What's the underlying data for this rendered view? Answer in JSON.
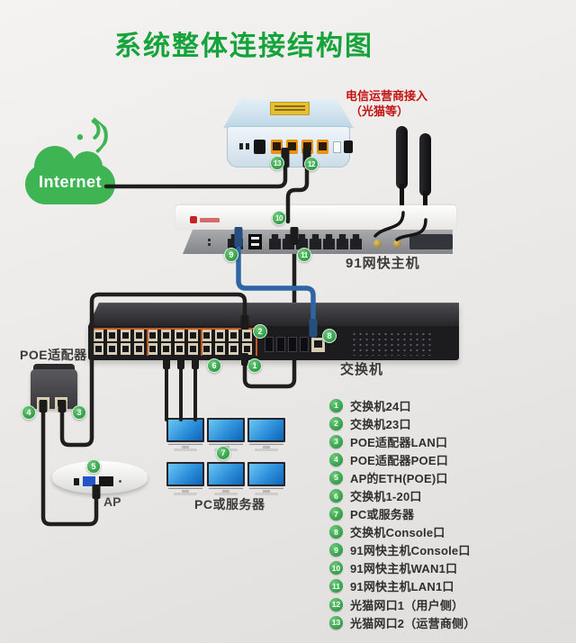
{
  "title": "系统整体连接结构图",
  "internet": {
    "label": "Internet"
  },
  "annotation": {
    "line1": "电信运营商接入",
    "line2": "（光猫等）"
  },
  "devices": {
    "router_label": "91网快主机",
    "switch_label": "交换机",
    "poe_label": "POE适配器",
    "ap_label": "AP",
    "pc_label": "PC或服务器"
  },
  "legend": [
    {
      "num": "1",
      "label": "交换机24口"
    },
    {
      "num": "2",
      "label": "交换机23口"
    },
    {
      "num": "3",
      "label": "POE适配器LAN口"
    },
    {
      "num": "4",
      "label": "POE适配器POE口"
    },
    {
      "num": "5",
      "label": "AP的ETH(POE)口"
    },
    {
      "num": "6",
      "label": "交换机1-20口"
    },
    {
      "num": "7",
      "label": "PC或服务器"
    },
    {
      "num": "8",
      "label": "交换机Console口"
    },
    {
      "num": "9",
      "label": "91网快主机Console口"
    },
    {
      "num": "10",
      "label": "91网快主机WAN1口"
    },
    {
      "num": "11",
      "label": "91网快主机LAN1口"
    },
    {
      "num": "12",
      "label": "光猫网口1（用户侧）"
    },
    {
      "num": "13",
      "label": "光猫网口2（运营商侧）"
    }
  ],
  "colors": {
    "title_green": "#17a33c",
    "cloud_green": "#3eb452",
    "badge_green": "#3fae52",
    "annotation_red": "#c21313",
    "cable_black": "#1f1f1f",
    "cable_blue": "#2e66a4"
  }
}
